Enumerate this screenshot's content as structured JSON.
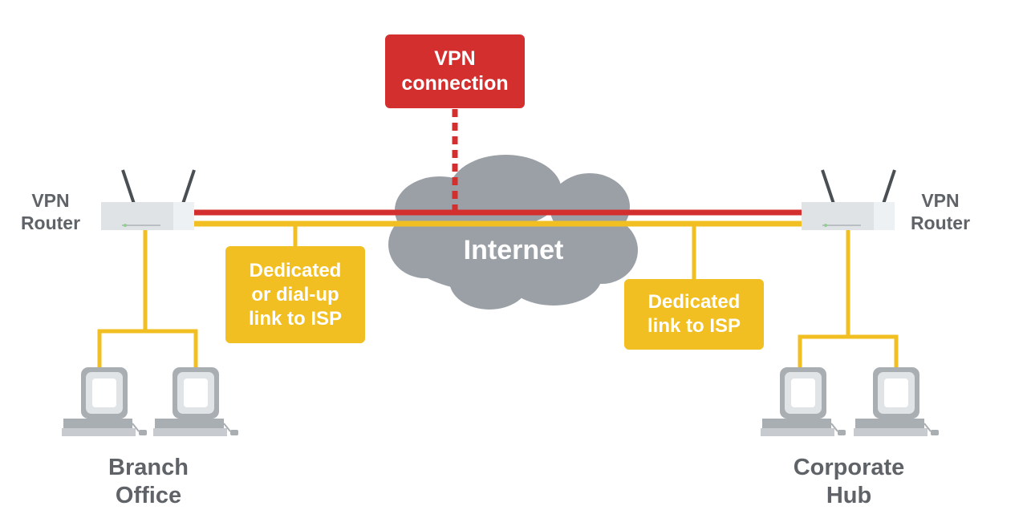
{
  "vpn_connection": {
    "line1": "VPN",
    "line2": "connection"
  },
  "router_left": {
    "line1": "VPN",
    "line2": "Router"
  },
  "router_right": {
    "line1": "VPN",
    "line2": "Router"
  },
  "internet": {
    "label": "Internet"
  },
  "isp_left": {
    "line1": "Dedicated",
    "line2": "or dial-up",
    "line3": "link to ISP"
  },
  "isp_right": {
    "line1": "Dedicated",
    "line2": "link to ISP"
  },
  "branch_office": {
    "line1": "Branch",
    "line2": "Office"
  },
  "corporate_hub": {
    "line1": "Corporate",
    "line2": "Hub"
  },
  "colors": {
    "vpn_red": "#d32f2f",
    "isp_yellow": "#f2bf22",
    "cloud_gray": "#9aa0a6",
    "label_gray": "#5f6368",
    "router_body": "#dfe3e6"
  }
}
